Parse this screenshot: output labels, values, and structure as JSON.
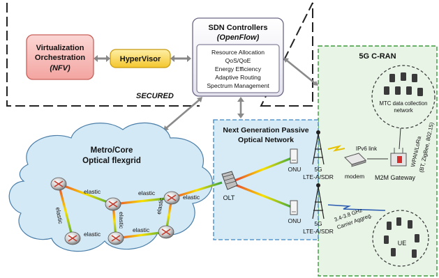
{
  "secured_zone": {
    "label": "SECURED"
  },
  "virtualization": {
    "line1": "Virtualization",
    "line2": "Orchestration",
    "line3": "(NFV)"
  },
  "hypervisor": {
    "label": "HyperVisor"
  },
  "sdn": {
    "title": "SDN Controllers",
    "subtitle": "(OpenFlow)",
    "functions": [
      "Resource Allocation",
      "QoS/QoE",
      "Energy Efficiency",
      "Adaptive Routing",
      "Spectrum Management"
    ]
  },
  "cran": {
    "title": "5G C-RAN"
  },
  "mtc": {
    "line1": "MTC data collection",
    "line2": "network"
  },
  "wpan": {
    "line1": "WPAN/LoRa",
    "line2": "(BT, ZigBee, 802.15)"
  },
  "gateway": {
    "label": "M2M Gateway"
  },
  "ipv6": {
    "label": "IPv6 link"
  },
  "modem": {
    "label": "modem"
  },
  "pon": {
    "line1": "Next Generation Passive",
    "line2": "Optical Network"
  },
  "onu_top": {
    "label": "ONU"
  },
  "onu_bottom": {
    "label": "ONU"
  },
  "tower_top": {
    "line1": "5G",
    "line2": "LTE-A/SDR"
  },
  "tower_bottom": {
    "line1": "5G",
    "line2": "LTE-A/SDR"
  },
  "carrier": {
    "line1": "3.4-3.8 GHz",
    "line2": "Carrier Aggreg."
  },
  "ue": {
    "label": "UE"
  },
  "olt": {
    "label": "OLT"
  },
  "metro": {
    "line1": "Metro/Core",
    "line2": "Optical flexgrid"
  },
  "links": {
    "elastic": "elastic"
  }
}
